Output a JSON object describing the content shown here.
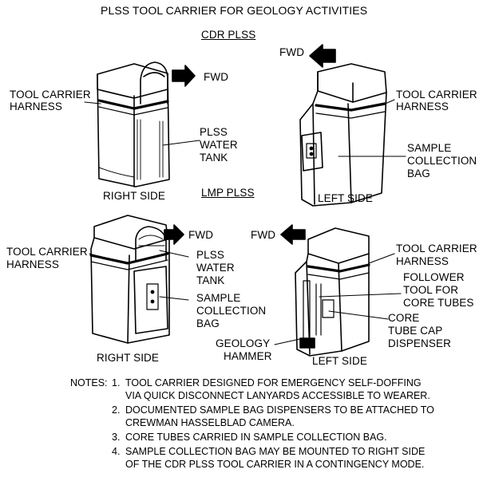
{
  "title": "PLSS TOOL CARRIER FOR GEOLOGY ACTIVITIES",
  "cdr": {
    "heading": "CDR PLSS",
    "right": {
      "fwd": "FWD",
      "harness": [
        "TOOL CARRIER",
        "HARNESS"
      ],
      "tank": [
        "PLSS",
        "WATER",
        "TANK"
      ],
      "side": "RIGHT SIDE"
    },
    "left": {
      "fwd": "FWD",
      "harness": [
        "TOOL CARRIER",
        "HARNESS"
      ],
      "bag": [
        "SAMPLE",
        "COLLECTION",
        "BAG"
      ],
      "side": "LEFT SIDE"
    }
  },
  "lmp": {
    "heading": "LMP PLSS",
    "right": {
      "fwd": "FWD",
      "harness": [
        "TOOL CARRIER",
        "HARNESS"
      ],
      "tank": [
        "PLSS",
        "WATER",
        "TANK"
      ],
      "bag": [
        "SAMPLE",
        "COLLECTION",
        "BAG"
      ],
      "side": "RIGHT SIDE"
    },
    "left": {
      "fwd": "FWD",
      "harness": [
        "TOOL CARRIER",
        "HARNESS"
      ],
      "follower": [
        "FOLLOWER",
        "TOOL FOR",
        "CORE TUBES"
      ],
      "core": [
        "CORE",
        "TUBE CAP",
        "DISPENSER"
      ],
      "hammer": [
        "GEOLOGY",
        "HAMMER"
      ],
      "side": "LEFT SIDE"
    }
  },
  "notes": {
    "label": "NOTES:",
    "items": [
      {
        "num": "1.",
        "lines": [
          "TOOL CARRIER DESIGNED FOR EMERGENCY SELF-DOFFING",
          "VIA QUICK DISCONNECT LANYARDS ACCESSIBLE TO WEARER."
        ]
      },
      {
        "num": "2.",
        "lines": [
          "DOCUMENTED SAMPLE BAG DISPENSERS TO BE ATTACHED TO",
          "CREWMAN HASSELBLAD CAMERA."
        ]
      },
      {
        "num": "3.",
        "lines": [
          "CORE TUBES CARRIED IN SAMPLE COLLECTION BAG."
        ]
      },
      {
        "num": "4.",
        "lines": [
          "SAMPLE COLLECTION BAG MAY BE MOUNTED TO RIGHT SIDE",
          "OF THE CDR PLSS TOOL CARRIER IN A CONTINGENCY MODE."
        ]
      }
    ]
  }
}
